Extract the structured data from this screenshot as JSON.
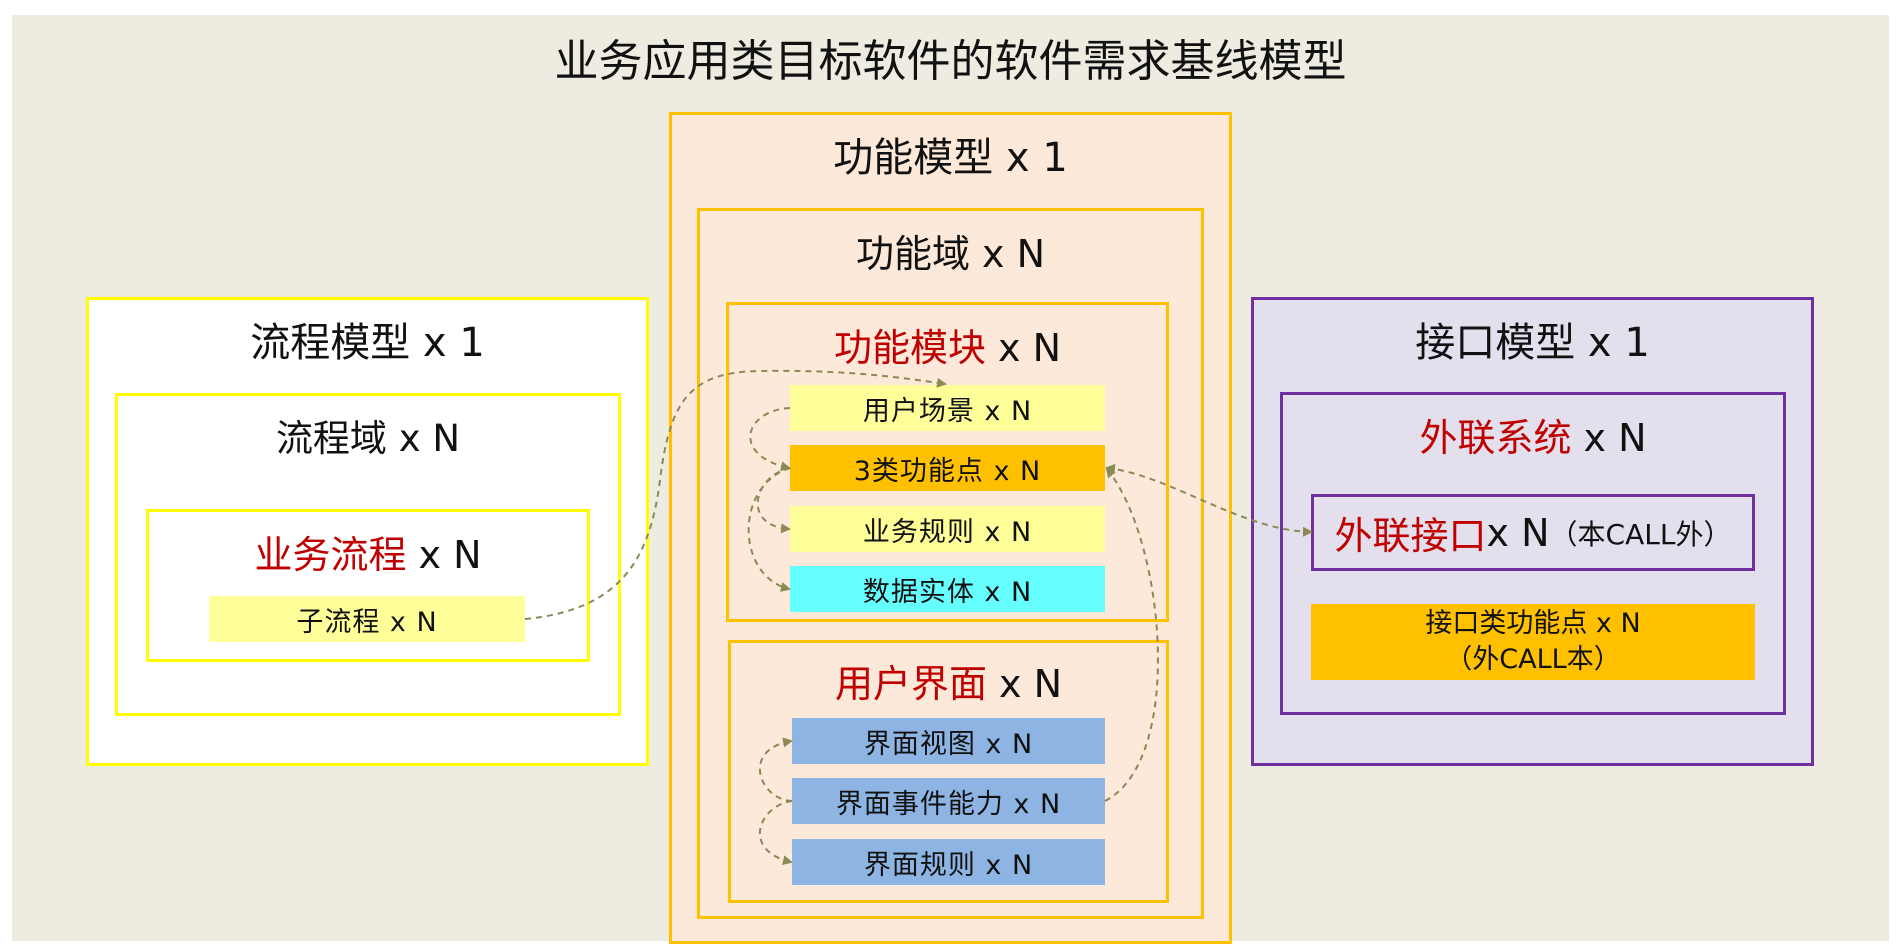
{
  "title": "业务应用类目标软件的软件需求基线模型",
  "process_model": {
    "label": "流程模型 x 1",
    "domain": "流程域 x N",
    "business_process": {
      "name": "业务流程",
      "mult": " x N"
    },
    "sub_process": "子流程 x N"
  },
  "function_model": {
    "label": "功能模型 x 1",
    "domain": "功能域 x N",
    "module": {
      "name": "功能模块",
      "mult": " x N"
    },
    "module_items": [
      "用户场景 x N",
      "3类功能点 x N",
      "业务规则 x N",
      "数据实体 x N"
    ],
    "ui": {
      "name": "用户界面",
      "mult": " x N"
    },
    "ui_items": [
      "界面视图 x N",
      "界面事件能力 x N",
      "界面规则 x N"
    ]
  },
  "interface_model": {
    "label": "接口模型 x 1",
    "external_system": {
      "name": "外联系统",
      "mult": " x N"
    },
    "external_interface": {
      "name": "外联接口",
      "mult": "x N",
      "note": "（本CALL外）"
    },
    "interface_fp_line1": "接口类功能点 x N",
    "interface_fp_line2": "（外CALL本）"
  },
  "colors": {
    "background": "#eeebe1",
    "accent_red": "#c00000",
    "yellow_border": "#ffff00",
    "orange_border": "#ffc000",
    "purple_border": "#7030a0",
    "arrow": "#8a8a55"
  }
}
